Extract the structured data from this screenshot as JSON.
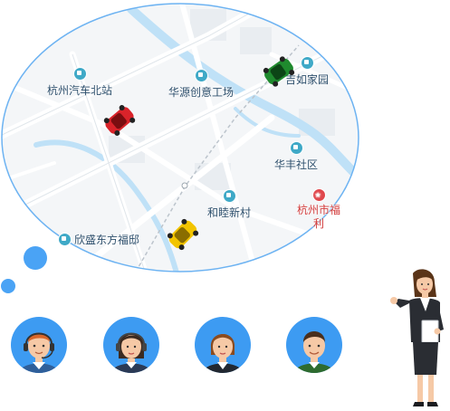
{
  "map": {
    "pois": [
      {
        "id": "hangzhou-north-bus-station",
        "label": "杭州汽车北站",
        "color": "#3fa9c7"
      },
      {
        "id": "huayuan-creative-park",
        "label": "华源创意工场",
        "color": "#3fa9c7"
      },
      {
        "id": "jiru-home",
        "label": "吉如家园",
        "color": "#3fa9c7"
      },
      {
        "id": "huafeng-community",
        "label": "华丰社区",
        "color": "#3fa9c7"
      },
      {
        "id": "hemu-new-village",
        "label": "和睦新村",
        "color": "#3fa9c7"
      },
      {
        "id": "hangzhou-welfare",
        "label": "杭州市福利",
        "color": "#e0474c"
      },
      {
        "id": "xinsheng-dongfang",
        "label": "欣盛东方福邸",
        "color": "#3fa9c7"
      }
    ],
    "cars": [
      {
        "id": "red-car",
        "color": "#d9232a"
      },
      {
        "id": "green-car",
        "color": "#1f8a2e"
      },
      {
        "id": "yellow-car",
        "color": "#f2c400"
      }
    ]
  },
  "colors": {
    "bubble": "#4aa3f5",
    "avatar_bg": "#3d9bf2",
    "map_border": "#6db3f2",
    "water": "#bfe1f7"
  },
  "agents": [
    {
      "id": "agent-1",
      "name": "male-headset-agent"
    },
    {
      "id": "agent-2",
      "name": "female-headset-agent"
    },
    {
      "id": "agent-3",
      "name": "female-agent"
    },
    {
      "id": "agent-4",
      "name": "male-agent"
    }
  ]
}
